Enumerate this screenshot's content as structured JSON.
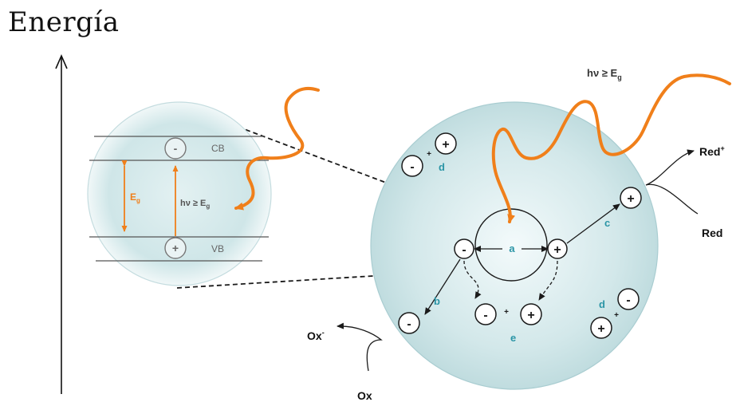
{
  "title": "Energía",
  "photon_label_main": {
    "base": "hν ≥ E",
    "sub": "g"
  },
  "inset": {
    "cb_label": "CB",
    "vb_label": "VB",
    "gap_label": {
      "base": "E",
      "sub": "g"
    },
    "photon_label": {
      "base": "hν ≥ E",
      "sub": "g"
    },
    "electron_symbol": "-",
    "hole_symbol": "+"
  },
  "particle": {
    "label_a": "a",
    "label_b": "b",
    "label_c": "c",
    "label_d_top": "d",
    "label_d_right": "d",
    "label_e": "e",
    "small_plus": "+",
    "minus_symbol": "-",
    "plus_symbol": "+"
  },
  "species": {
    "red_plus": {
      "base": "Red",
      "sup": "+"
    },
    "red": "Red",
    "ox_minus": {
      "base": "Ox",
      "sup": "-"
    },
    "ox": "Ox"
  },
  "colors": {
    "photon": "#F07F1A",
    "label_teal": "#2B95A6",
    "line": "#1a1a1a",
    "inset_text": "#555555"
  }
}
